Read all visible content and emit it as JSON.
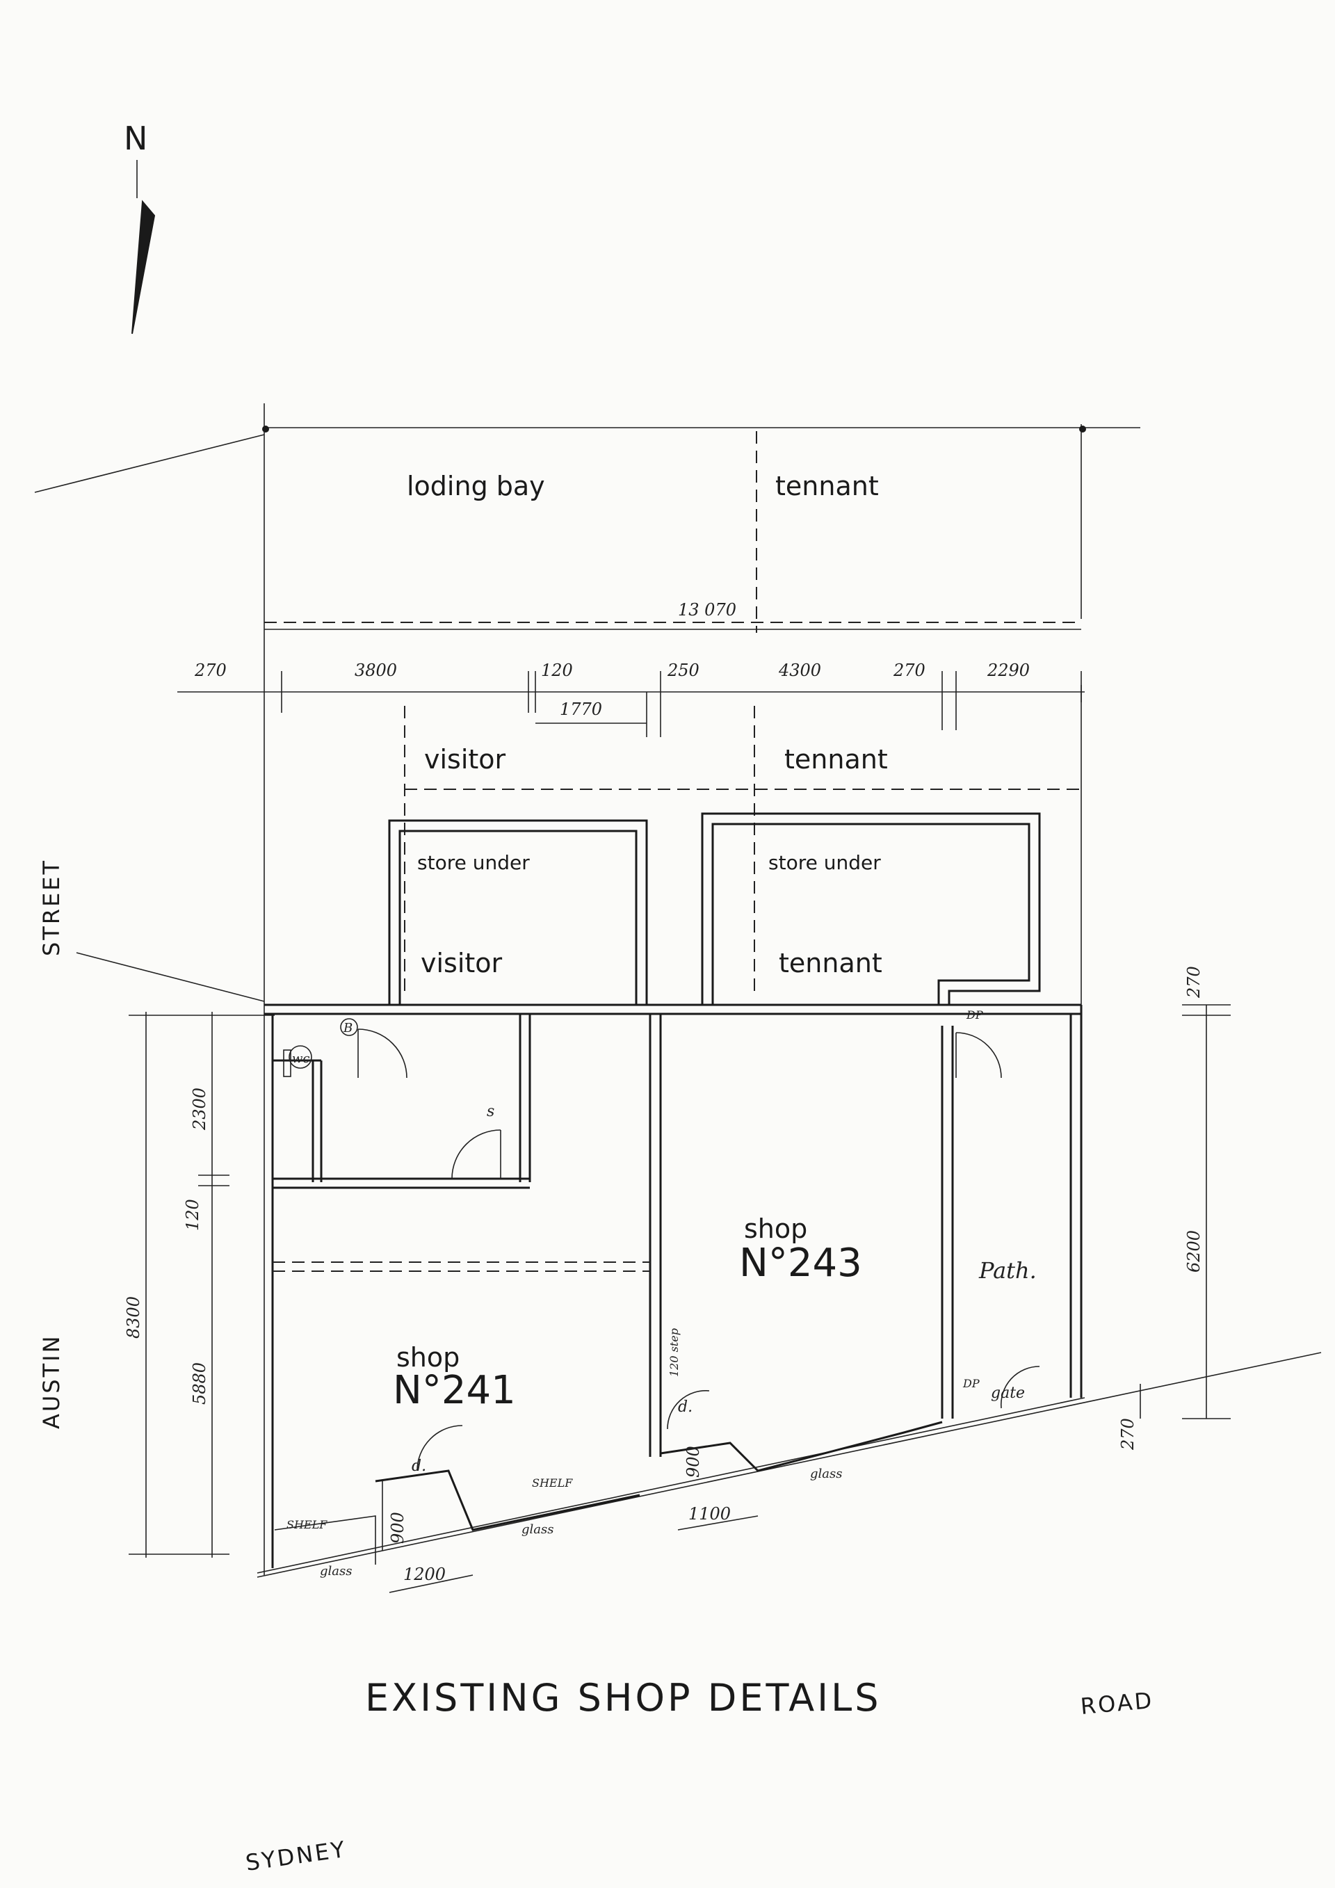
{
  "north": {
    "letter": "N"
  },
  "labels": {
    "loading_bay": "loding bay",
    "tennant_top": "tennant",
    "visitor_upper": "visitor",
    "tennant_upper": "tennant",
    "store_under_left": "store under",
    "store_under_right": "store under",
    "visitor_lower": "visitor",
    "tennant_lower": "tennant",
    "shop_left_word": "shop",
    "shop_left_no": "N°241",
    "shop_right_word": "shop",
    "shop_right_no": "N°243",
    "path": "Path.",
    "wc": "wc",
    "b": "B",
    "d1": "d.",
    "d2": "d.",
    "s": "s",
    "gate": "gate",
    "dp1": "DP",
    "dp2": "DP",
    "shelf1": "SHELF",
    "shelf2": "SHELF",
    "glass1": "glass",
    "glass2": "glass",
    "glass3": "glass",
    "step": "120 step"
  },
  "dimensions": {
    "overall": "13 070",
    "d270a": "270",
    "d3800": "3800",
    "d120": "120",
    "d1770": "1770",
    "d250": "250",
    "d4300": "4300",
    "d270b": "270",
    "d2290": "2290",
    "d8300": "8300",
    "d2300": "2300",
    "d120v": "120",
    "d5880": "5880",
    "d270c": "270",
    "d6200": "6200",
    "d270d": "270",
    "d900a": "900",
    "d900b": "900",
    "d1200": "1200",
    "d1100": "1100"
  },
  "streets": {
    "austin": "AUSTIN",
    "street": "STREET",
    "road": "ROAD",
    "sydney": "SYDNEY"
  },
  "title": "EXISTING SHOP DETAILS"
}
